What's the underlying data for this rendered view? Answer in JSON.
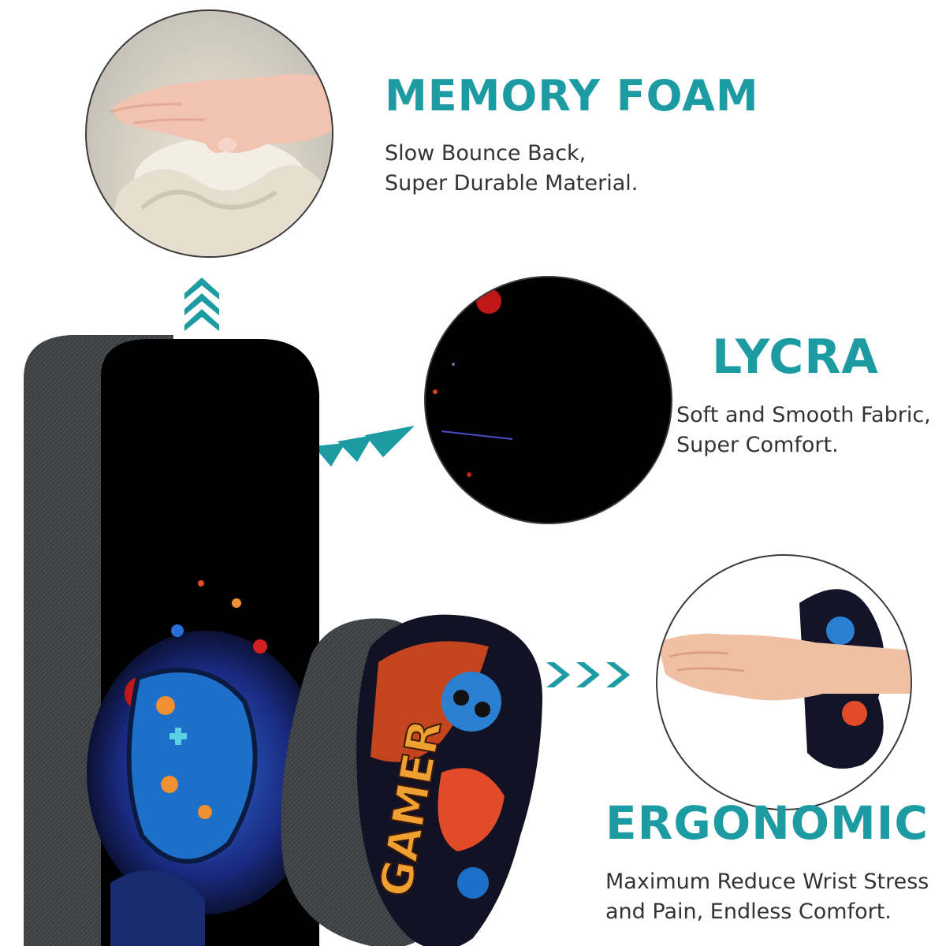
{
  "features": [
    {
      "title": "MEMORY FOAM",
      "lines": [
        "Slow Bounce Back,",
        "Super Durable Material."
      ]
    },
    {
      "title": "LYCRA",
      "lines": [
        "Soft and Smooth Fabric,",
        "Super Comfort."
      ]
    },
    {
      "title": "ERGONOMIC",
      "lines": [
        "Maximum Reduce Wrist Stress",
        "and Pain, Endless Comfort."
      ]
    }
  ],
  "product": {
    "print_text": "GAMER"
  },
  "colors": {
    "accent": "#1d9ba3",
    "text": "#333333",
    "pad_base": "#3c3f42",
    "pad_top": "#000000"
  },
  "icons": [
    "chevron-up-icon",
    "chevron-right-icon",
    "chevron-right-icon"
  ]
}
